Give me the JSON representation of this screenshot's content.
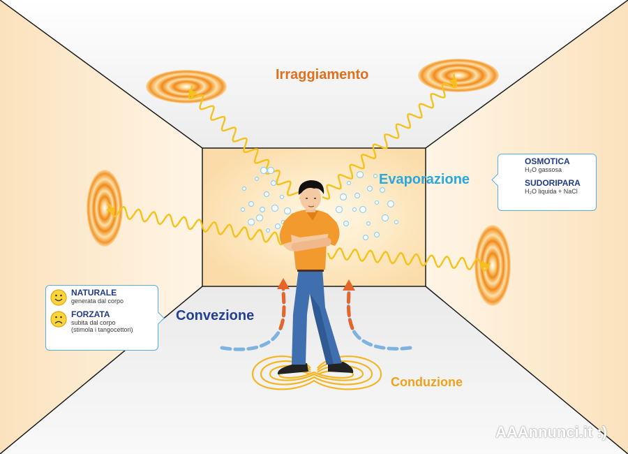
{
  "labels": {
    "irraggiamento": "Irraggiamento",
    "evaporazione": "Evaporazione",
    "convezione": "Convezione",
    "conduzione": "Conduzione"
  },
  "evaporazione_box": {
    "items": [
      {
        "title": "OSMOTICA",
        "subtitle": "H₂O gassosa",
        "mood": "happy-face-icon"
      },
      {
        "title": "SUDORIPARA",
        "subtitle": "H₂O liquida + NaCl",
        "mood": "sad-face-icon"
      }
    ]
  },
  "convezione_box": {
    "items": [
      {
        "title": "NATURALE",
        "subtitle": "generata dal corpo",
        "mood": "happy-face-icon"
      },
      {
        "title": "FORZATA",
        "subtitle": "subita dal corpo",
        "subtitle2": "(stimola i tangocettori)",
        "mood": "sad-face-icon"
      }
    ]
  },
  "watermark": "AAAnnunci.it :)",
  "colors": {
    "wave": "#f5c21b",
    "heat_ring": "#f08a1a",
    "irraggiamento": "#e26f1c",
    "evaporazione": "#2aa7de",
    "convezione": "#233f91",
    "conduzione": "#f0a21e",
    "shirt": "#f39a2e",
    "jeans": "#3f6fae"
  }
}
